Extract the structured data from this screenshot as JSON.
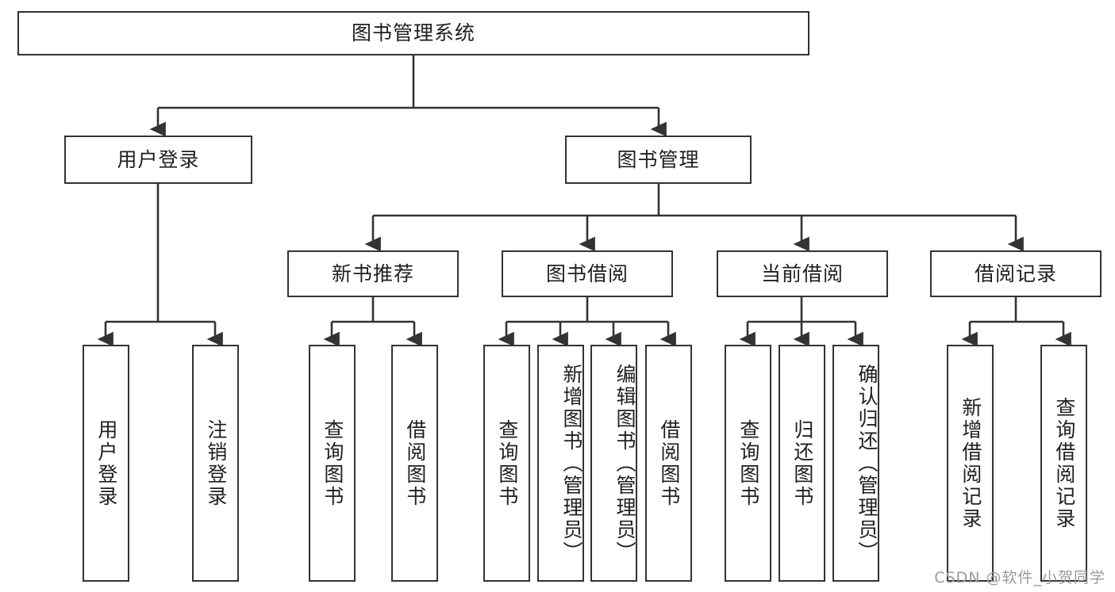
{
  "diagram": {
    "title_node": {
      "label": "图书管理系统"
    },
    "level2": [
      {
        "label": "用户登录"
      },
      {
        "label": "图书管理"
      }
    ],
    "level3": [
      {
        "label": "新书推荐"
      },
      {
        "label": "图书借阅"
      },
      {
        "label": "当前借阅"
      },
      {
        "label": "借阅记录"
      }
    ],
    "leaves": [
      {
        "label": "用户登录"
      },
      {
        "label": "注销登录"
      },
      {
        "label": "查询图书"
      },
      {
        "label": "借阅图书"
      },
      {
        "label": "查询图书"
      },
      {
        "label": "新增图书（管理员）"
      },
      {
        "label": "编辑图书（管理员）"
      },
      {
        "label": "借阅图书"
      },
      {
        "label": "查询图书"
      },
      {
        "label": "归还图书"
      },
      {
        "label": "确认归还（管理员）"
      },
      {
        "label": "新增借阅记录"
      },
      {
        "label": "查询借阅记录"
      }
    ],
    "watermark": "CSDN @软件_小贺同学",
    "colors": {
      "border": "#333333",
      "text": "#1f1f1f",
      "background": "#ffffff",
      "watermark": "#9a9a9a"
    }
  }
}
